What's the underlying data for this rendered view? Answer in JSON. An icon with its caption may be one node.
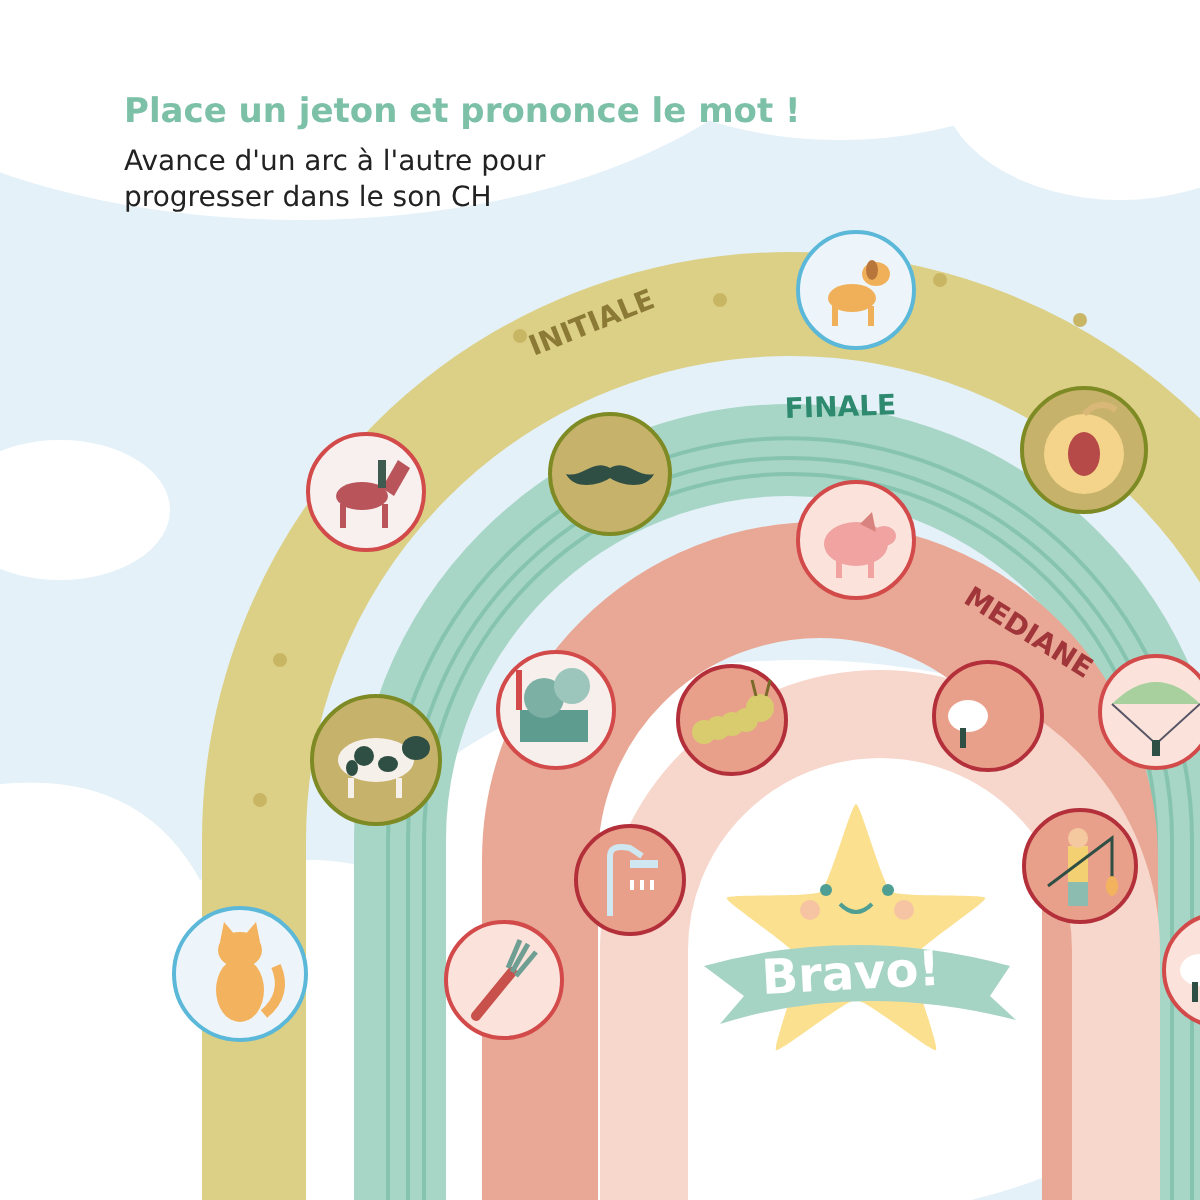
{
  "diagram": {
    "title": "Place un jeton et prononce le mot !",
    "labels": [
      "Avance d'un arc à l'autre pour progresser dans le son CH",
      "INITIALE",
      "FINALE",
      "MEDIANE",
      "Bravo!"
    ]
  }
}
